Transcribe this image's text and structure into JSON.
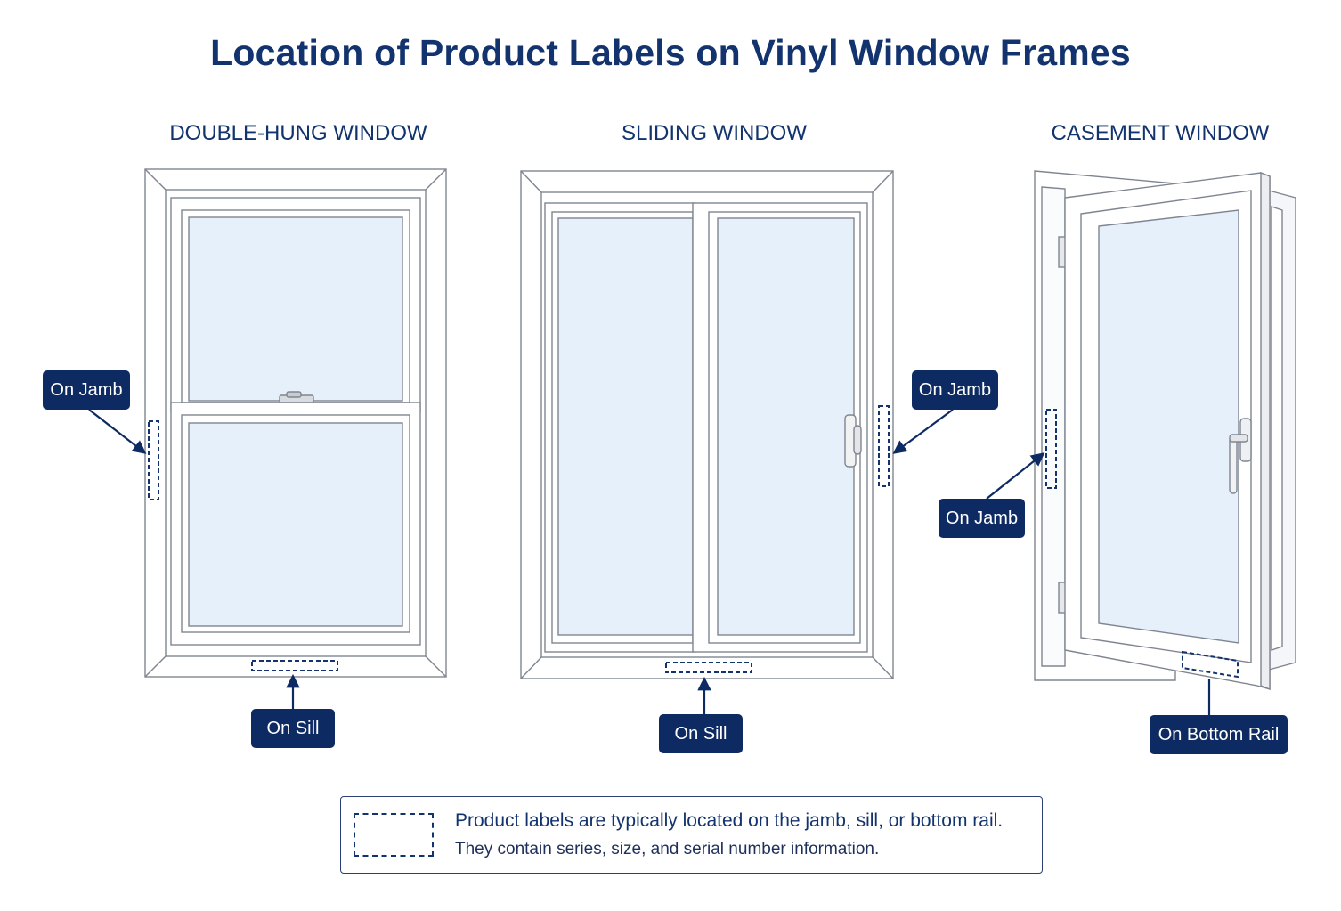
{
  "title": "Location of Product Labels on Vinyl Window Frames",
  "windows": {
    "double_hung": {
      "heading": "DOUBLE-HUNG WINDOW",
      "callouts": {
        "jamb": "On Jamb",
        "sill": "On Sill"
      }
    },
    "sliding": {
      "heading": "SLIDING WINDOW",
      "callouts": {
        "jamb": "On Jamb",
        "sill": "On Sill"
      }
    },
    "casement": {
      "heading": "CASEMENT WINDOW",
      "callouts": {
        "jamb": "On Jamb",
        "bottom_rail": "On Bottom Rail"
      }
    }
  },
  "legend": {
    "line1": "Product labels are typically located on the jamb, sill, or bottom rail.",
    "line2": "They contain series, size, and serial number information."
  },
  "colors": {
    "navy": "#0d2b62",
    "glass": "#e6f0fb",
    "frame_stroke": "#7f8590"
  }
}
